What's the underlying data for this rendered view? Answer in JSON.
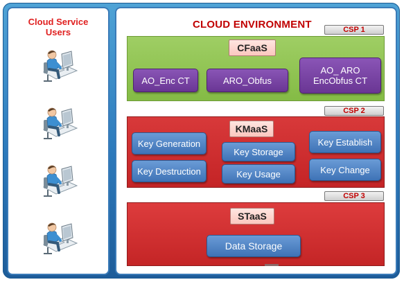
{
  "users_panel": {
    "title_line1": "Cloud Service",
    "title_line2": "Users",
    "user_icon": "computer-user-icon",
    "user_count": 4
  },
  "environment": {
    "title": "CLOUD ENVIRONMENT",
    "csp1": "CSP 1",
    "csp2": "CSP 2",
    "csp3": "CSP 3"
  },
  "cfaas": {
    "label": "CFaaS",
    "items": [
      {
        "label": "AO_Enc CT"
      },
      {
        "label": "ARO_Obfus"
      },
      {
        "line1": "AO_ ARO",
        "line2": "EncObfus CT"
      }
    ]
  },
  "kmaas": {
    "label": "KMaaS",
    "items": [
      "Key Generation",
      "Key Destruction",
      "Key Storage",
      "Key Usage",
      "Key Establish",
      "Key Change"
    ]
  },
  "staas": {
    "label": "STaaS",
    "items": [
      "Data Storage"
    ]
  },
  "colors": {
    "frame_blue": "#2b79bb",
    "cfaas_green": "#8cc24f",
    "service_red": "#c9282a",
    "function_purple": "#7a46a6",
    "function_blue": "#4f82c2",
    "label_red": "#e02020"
  }
}
